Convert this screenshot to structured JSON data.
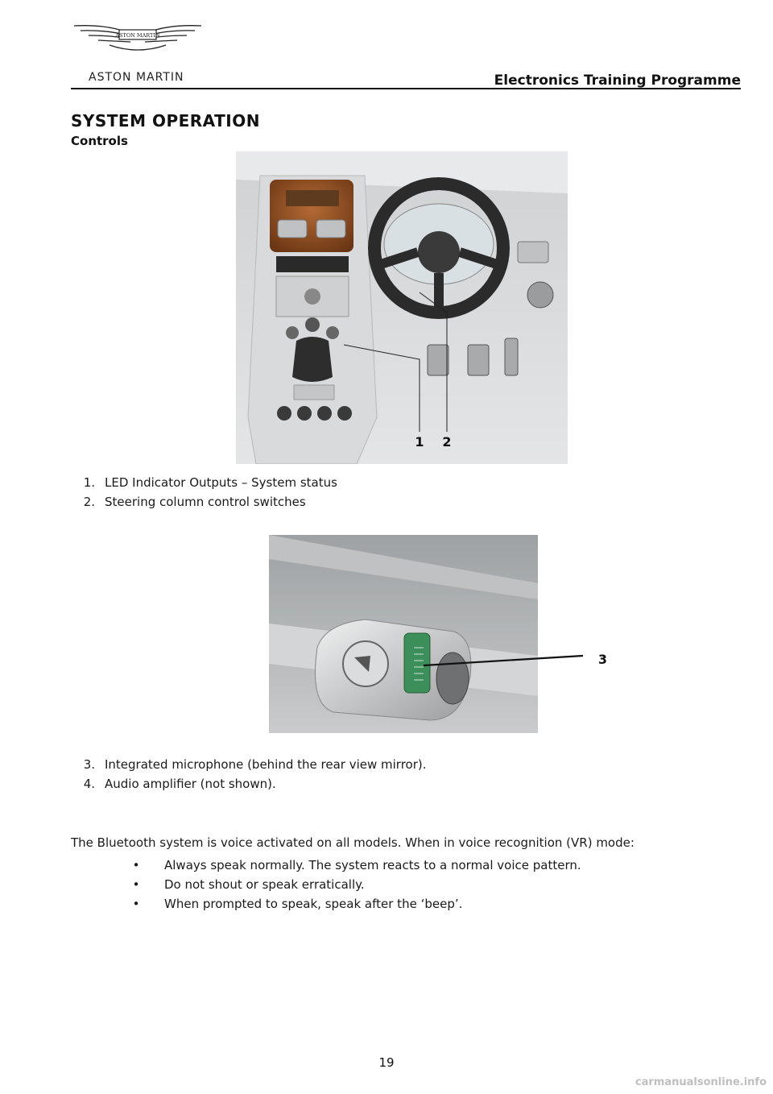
{
  "header": {
    "logo_badge": "ASTON MARTIN",
    "logo_text": "ASTON MARTIN",
    "doc_title": "Electronics Training Programme"
  },
  "section": {
    "heading": "SYSTEM OPERATION",
    "subheading": "Controls"
  },
  "figure1": {
    "callouts": [
      "1",
      "2"
    ]
  },
  "list1": [
    {
      "num": "1.",
      "text": "LED Indicator Outputs – System status"
    },
    {
      "num": "2.",
      "text": "Steering column control switches"
    }
  ],
  "figure2": {
    "callouts": [
      "3"
    ]
  },
  "list2": [
    {
      "num": "3.",
      "text": "Integrated microphone (behind the rear view mirror)."
    },
    {
      "num": "4.",
      "text": "Audio amplifier (not shown)."
    }
  ],
  "body": {
    "intro": "The Bluetooth system is voice activated on all models. When in voice recognition (VR) mode:",
    "bullets": [
      "Always speak normally. The system reacts to a normal voice pattern.",
      "Do not shout or speak erratically.",
      "When prompted to speak, speak after the ‘beep’."
    ]
  },
  "footer": {
    "page_number": "19",
    "watermark": "carmanualsonline.info"
  }
}
